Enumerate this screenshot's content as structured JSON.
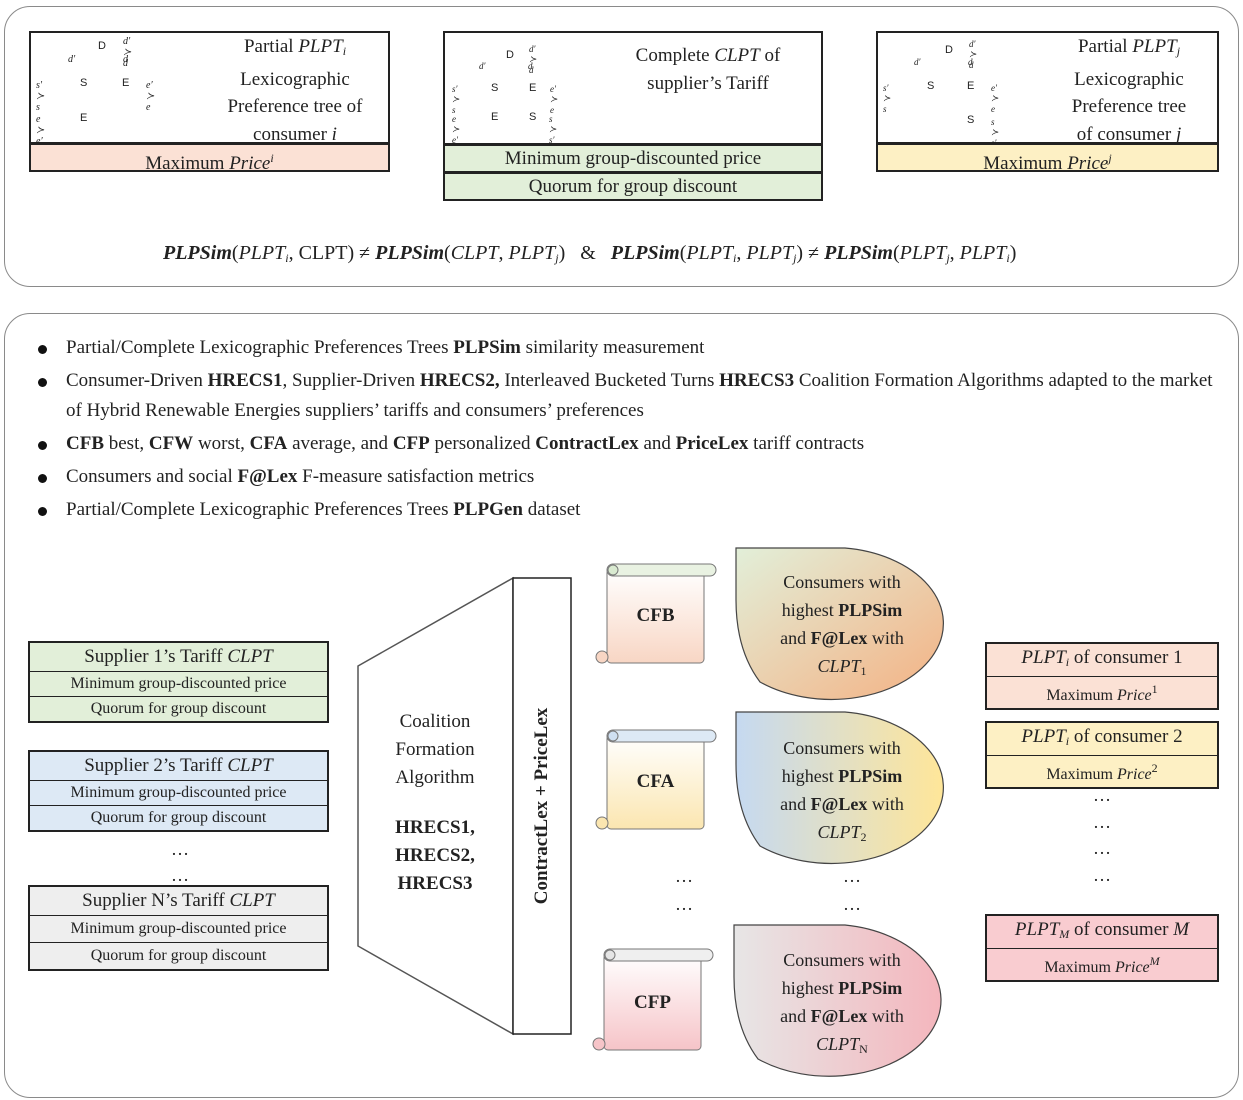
{
  "top": {
    "tree_i": {
      "title_line1": "Partial",
      "title_var": "PLPT",
      "title_sub": "i",
      "line2": "Lexicographic",
      "line3": "Preference tree of",
      "line4_a": "consumer",
      "line4_var": "i",
      "max_price_label": "Maximum",
      "max_price_var": "Price",
      "max_price_sup": "i",
      "nodes": {
        "root": "D",
        "left": "S",
        "right": "E",
        "leaf": "E"
      },
      "edges": {
        "root_top": "d′ ≻ d",
        "root_left": "d′",
        "root_right": "d",
        "left_pref": "s′ ≻ s",
        "right_pref": "e′ ≻ e",
        "leaf_pref": "e ≻ e′"
      }
    },
    "tree_c": {
      "title_line1": "Complete",
      "title_var": "CLPT",
      "title_tail": "of",
      "line2": "supplier’s Tariff",
      "min_price": "Minimum group-discounted price",
      "quorum": "Quorum for group discount",
      "nodes": {
        "root": "D",
        "left": "S",
        "right": "E",
        "leaf_l": "E",
        "leaf_r": "S"
      },
      "edges": {
        "root_top": "d′ ≻ d",
        "root_left": "d′",
        "root_right": "d",
        "left_pref": "s′ ≻ s",
        "right_pref": "e′ ≻ e",
        "leaf_l_pref": "e ≻ e′",
        "leaf_r_pref": "s ≻ s′"
      }
    },
    "tree_j": {
      "title_line1": "Partial",
      "title_var": "PLPT",
      "title_sub": "j",
      "line2": "Lexicographic",
      "line3": "Preference tree",
      "line4_a": "of consumer",
      "line4_var": "j",
      "max_price_label": "Maximum",
      "max_price_var": "Price",
      "max_price_sup": "j",
      "nodes": {
        "root": "D",
        "left": "S",
        "right": "E",
        "leaf": "S"
      },
      "edges": {
        "root_top": "d′ ≻ d",
        "root_left": "d′",
        "root_right": "d",
        "left_pref": "s′ ≻ s",
        "right_pref": "e′ ≻ e",
        "leaf_pref": "s ≻ s′"
      }
    },
    "formula": {
      "fn": "PLPSim",
      "a1": "PLPT",
      "a1_sub": "i",
      "a2": "CLPT",
      "b1": "CLPT",
      "b2": "PLPT",
      "b2_sub": "j",
      "amp": "&",
      "c1": "PLPT",
      "c1_sub": "i",
      "c2": "PLPT",
      "c2_sub": "j",
      "d1": "PLPT",
      "d1_sub": "j",
      "d2": "PLPT",
      "d2_sub": "i",
      "neq": "≠"
    }
  },
  "bullets": {
    "b1": {
      "a": "Partial/Complete Lexicographic Preferences Trees ",
      "b": "PLPSim",
      "c": " similarity measurement"
    },
    "b2": {
      "a": "Consumer-Driven ",
      "b": "HRECS1",
      "c": ", Supplier-Driven ",
      "d": "HRECS2,",
      "e": " Interleaved Bucketed Turns ",
      "f": "HRECS3",
      "g": " Coalition Formation Algorithms adapted to the market of Hybrid Renewable Energies suppliers’ tariffs and consumers’ preferences"
    },
    "b3": {
      "a": "CFB",
      "b": " best, ",
      "c": "CFW",
      "d": " worst, ",
      "e": "CFA",
      "f": " average, and ",
      "g": "CFP",
      "h": " personalized ",
      "i": "ContractLex",
      "j": " and ",
      "k": "PriceLex",
      "l": " tariff contracts"
    },
    "b4": {
      "a": "Consumers and social ",
      "b": "F@Lex",
      "c": " F-measure satisfaction metrics"
    },
    "b5": {
      "a": "Partial/Complete Lexicographic Preferences Trees ",
      "b": "PLPGen",
      "c": " dataset"
    }
  },
  "suppliers": [
    {
      "title": "Supplier 1’s Tariff ",
      "var": "CLPT",
      "min": "Minimum group-discounted price",
      "quorum": "Quorum for group discount",
      "color": "#e2efd9"
    },
    {
      "title": "Supplier 2’s Tariff ",
      "var": "CLPT",
      "min": "Minimum group-discounted price",
      "quorum": "Quorum for group discount",
      "color": "#dde9f5"
    },
    {
      "title": "Supplier N’s Tariff ",
      "var": "CLPT",
      "min": "Minimum group-discounted price",
      "quorum": "Quorum for group discount",
      "color": "#eeeeee"
    }
  ],
  "ellipsis": "…",
  "algorithm": {
    "l1": "Coalition",
    "l2": "Formation",
    "l3": "Algorithm",
    "a1": "HRECS1",
    "a2": "HRECS2",
    "a3": "HRECS3",
    "comma": ","
  },
  "contract_label": "ContractLex + PriceLex",
  "scrolls": [
    {
      "label": "CFB",
      "top": "#e2efd9",
      "bottom": "#f9d9c8"
    },
    {
      "label": "CFA",
      "top": "#dde9f5",
      "bottom": "#fbe9b8"
    },
    {
      "label": "CFP",
      "top": "#eeeeee",
      "bottom": "#f8c9cc"
    }
  ],
  "coalitions": [
    {
      "l1": "Consumers with",
      "l2a": "highest ",
      "l2b": "PLPSim",
      "l3a": "and ",
      "l3b": "F@Lex",
      "l3c": " with",
      "var": "CLPT",
      "sub": "1"
    },
    {
      "l1": "Consumers with",
      "l2a": "highest ",
      "l2b": "PLPSim",
      "l3a": "and ",
      "l3b": "F@Lex",
      "l3c": " with",
      "var": "CLPT",
      "sub": "2"
    },
    {
      "l1": "Consumers with",
      "l2a": "highest ",
      "l2b": "PLPSim",
      "l3a": "and ",
      "l3b": "F@Lex",
      "l3c": " with",
      "var": "CLPT",
      "sub": "N"
    }
  ],
  "consumers": [
    {
      "var": "PLPT",
      "sub": "i",
      "tail": " of consumer 1",
      "max": "Maximum ",
      "pvar": "Price",
      "sup": "1",
      "color": "#fbe1d5"
    },
    {
      "var": "PLPT",
      "sub": "i",
      "tail": " of consumer 2",
      "max": "Maximum ",
      "pvar": "Price",
      "sup": "2",
      "color": "#fdf0c4"
    },
    {
      "var": "PLPT",
      "sub": "M",
      "tail": " of consumer ",
      "tail_var": "M",
      "max": "Maximum ",
      "pvar": "Price",
      "sup": "M",
      "color": "#f9ccd0"
    }
  ]
}
